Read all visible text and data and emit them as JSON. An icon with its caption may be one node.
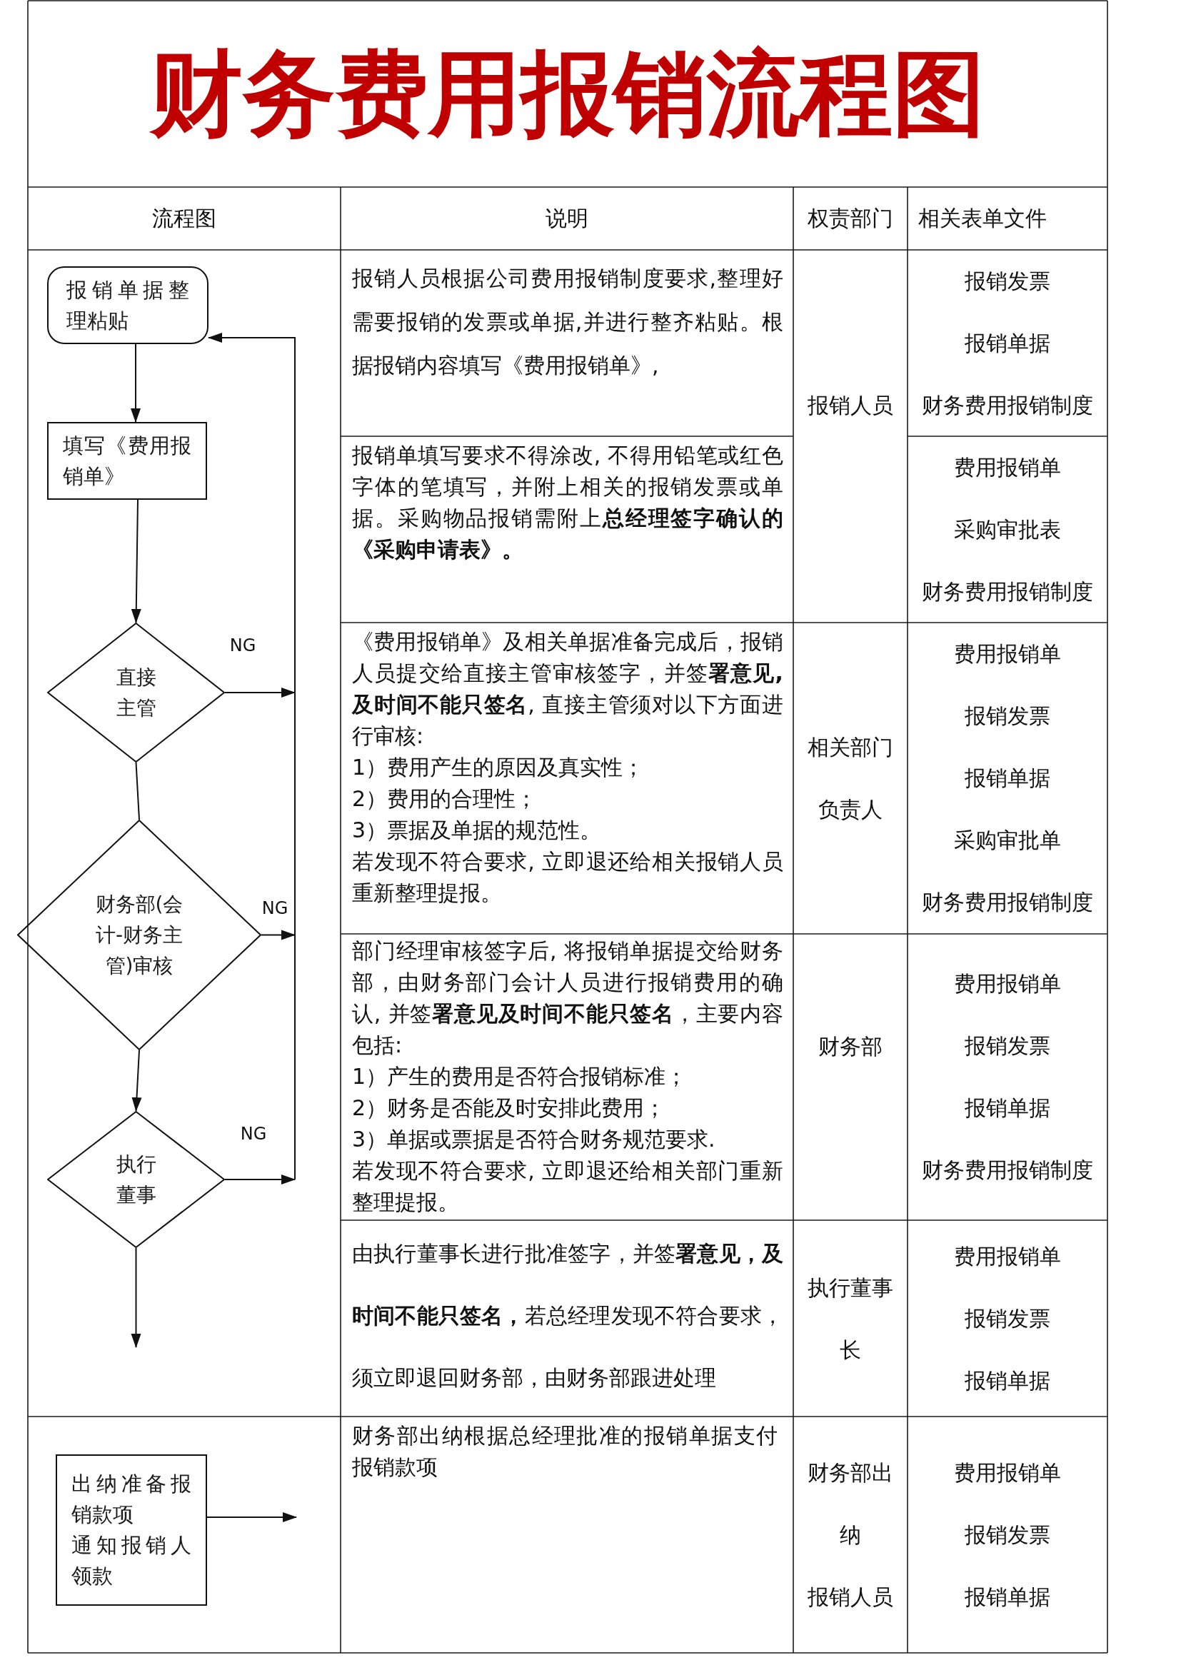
{
  "diagram": {
    "title": "财务费用报销流程图",
    "nodes": [
      {
        "text": [
          "报销单据整理粘贴"
        ]
      },
      {
        "text": [
          "填写《费用报销单》"
        ]
      },
      {
        "text": [
          "直接主管"
        ]
      },
      {
        "text": [
          "财务部(会计-财务主管)审核"
        ]
      },
      {
        "text": [
          "执行董事"
        ]
      },
      {
        "text": [
          "出纳准备报销款项",
          "通知报销人领款"
        ]
      }
    ],
    "edges": [
      {
        "from": 0,
        "to": 1,
        "arrow": "to"
      },
      {
        "from": 1,
        "to": 2,
        "arrow": "to"
      },
      {
        "from": 2,
        "to": 3,
        "arrow": "none"
      },
      {
        "from": 3,
        "to": 4,
        "arrow": "to"
      },
      {
        "from": 4,
        "to": null,
        "arrow": "to"
      },
      {
        "from": 2,
        "to": 0,
        "arrow": "to",
        "label": "NG"
      },
      {
        "from": 3,
        "to": 0,
        "arrow": "to",
        "label": "NG"
      },
      {
        "from": 4,
        "to": 0,
        "arrow": "to",
        "label": "NG"
      },
      {
        "from": 5,
        "to": null,
        "arrow": "to"
      }
    ],
    "labels": [
      "流程图",
      "说明",
      "权责部门",
      "相关表单文件",
      "报销人员根据公司费用报销制度要求,整理好需要报销的发票或单据,并进行整齐粘贴。根据报销内容填写《费用报销单》,",
      "报销人员",
      "报销发票",
      "报销单据",
      "财务费用报销制度",
      "报销单填写要求不得涂改, 不得用铅笔或红色字体的笔填写，并附上相关的报销发票或单据。采购物品报销需附上**总经理签字确认的《采购申请表》。**",
      "费用报销单",
      "采购审批表",
      "财务费用报销制度",
      "《费用报销单》及相关单据准备完成后，报销人员提交给直接主管审核签字，并签**署意见,及时间不能只签名**, 直接主管须对以下方面进行审核:",
      "1）费用产生的原因及真实性；",
      "2）费用的合理性；",
      "3）票据及单据的规范性。",
      "若发现不符合要求, 立即退还给相关报销人员重新整理提报。",
      "相关部门负责人",
      "费用报销单",
      "报销发票",
      "报销单据",
      "采购审批单",
      "财务费用报销制度",
      "部门经理审核签字后, 将报销单据提交给财务部，由财务部门会计人员进行报销费用的确认, 并签**署意见及时间不能只签名**，主要内容包括:",
      "1）产生的费用是否符合报销标准；",
      "2）财务是否能及时安排此费用；",
      "3）单据或票据是否符合财务规范要求.",
      "若发现不符合要求, 立即退还给相关部门重新整理提报。",
      "财务部",
      "费用报销单",
      "报销发票",
      "报销单据",
      "财务费用报销制度",
      "由执行董事长进行批准签字，并签**署意见，及时间不能只签名，**若总经理发现不符合要求，须立即退回财务部，由财务部跟进处理",
      "执行董事长",
      "费用报销单",
      "报销发票",
      "报销单据",
      "财务部出纳根据总经理批准的报销单据支付报销款项",
      "财务部出纳",
      "报销人员",
      "费用报销单",
      "报销发票",
      "报销单据"
    ]
  }
}
